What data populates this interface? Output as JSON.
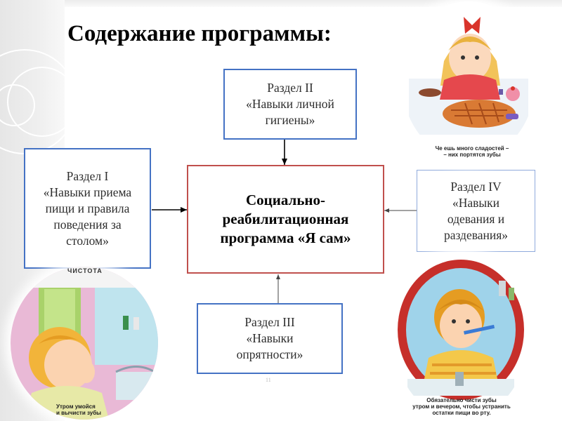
{
  "slide": {
    "title": "Содержание программы:",
    "slide_number": "11"
  },
  "center": {
    "lines": [
      "Социально-",
      "реабилитационная",
      "программа «Я сам»"
    ]
  },
  "sections": {
    "s1": {
      "lines": [
        "Раздел I",
        "«Навыки  приема",
        "пищи и правила",
        "поведения за",
        "столом»"
      ]
    },
    "s2": {
      "lines": [
        "Раздел II",
        "«Навыки личной",
        "гигиены»"
      ]
    },
    "s3": {
      "lines": [
        "Раздел III",
        "«Навыки",
        "опрятности»"
      ]
    },
    "s4": {
      "lines": [
        "Раздел IV",
        "«Навыки",
        "одевания и",
        "раздевания»"
      ]
    }
  },
  "pictures": {
    "girl_sweets": {
      "caption": [
        "Че ешь много сладостей –",
        "– них портятся зубы"
      ]
    },
    "boy_washing": {
      "title": "ЧИСТОТА",
      "caption": [
        "Утром умойся",
        "и вычисти зубы"
      ]
    },
    "boy_brushing": {
      "caption": [
        "Обязательно чисти зубы",
        "утром и вечером, чтобы устранить",
        "остатки пищи во рту."
      ]
    }
  },
  "colors": {
    "section_border": "#4472c4",
    "section_border_light": "#8faadc",
    "center_border": "#c0504d",
    "arrow": "#000000"
  }
}
